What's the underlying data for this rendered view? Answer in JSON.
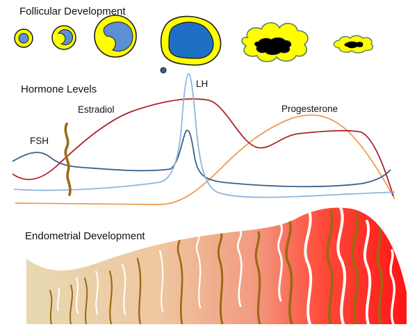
{
  "sections": {
    "follicular_title": "Follicular Development",
    "hormone_title": "Hormone Levels",
    "endometrial_title": "Endometrial Development"
  },
  "hormones": [
    {
      "name": "FSH",
      "color": "#3b5f86"
    },
    {
      "name": "Estradiol",
      "color": "#b0202a"
    },
    {
      "name": "LH",
      "color": "#8fb4dc"
    },
    {
      "name": "Progesterone",
      "color": "#ee9a4e"
    }
  ],
  "colors": {
    "follicle_fill": "#ffff00",
    "follicle_antrum": "#5b8fd6",
    "follicle_outline": "#1a1a1a",
    "ovulated_follicle_fill": "#1f6fc6",
    "corpus_luteum_outline": "#5a7a6a",
    "corpus_luteum_core": "#000000",
    "endometrium_gradient": [
      "#e8d8b0",
      "#f0b896",
      "#ff4a3a",
      "#ff1a1a"
    ],
    "spiral_artery_brown": "#9a6a12",
    "spiral_gland_white": "#ffffff"
  },
  "follicle_stages": [
    {
      "name": "primary-follicle"
    },
    {
      "name": "secondary-follicle"
    },
    {
      "name": "antral-follicle"
    },
    {
      "name": "ovulating-follicle"
    },
    {
      "name": "corpus-luteum"
    },
    {
      "name": "corpus-albicans"
    }
  ]
}
